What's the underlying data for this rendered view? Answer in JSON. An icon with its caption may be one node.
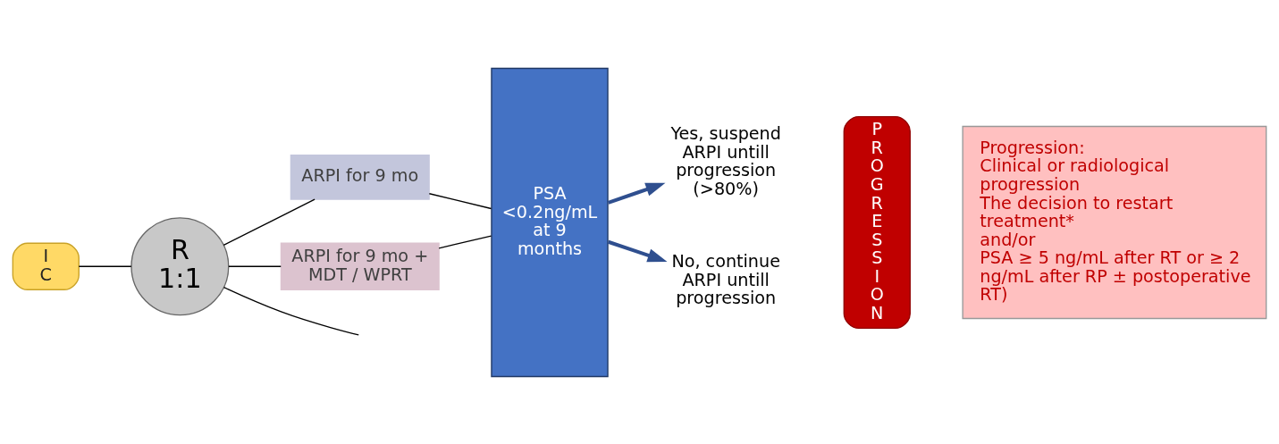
{
  "diagram": {
    "nodes": [
      {
        "text": [
          "IC"
        ]
      },
      {
        "text": [
          "R 1:1"
        ]
      },
      {
        "text": [
          "ARPI for 9 mo"
        ]
      },
      {
        "text": [
          "ARPI for 9 mo + MDT / WPRT"
        ]
      },
      {
        "text": [
          "PSA <0.2ng/mL at 9 months"
        ]
      },
      {
        "text": [
          "Yes, suspend ARPI untill progression (>80%)"
        ]
      },
      {
        "text": [
          "No, continue ARPI untill progression"
        ]
      },
      {
        "text": [
          "PROGRESSION"
        ]
      },
      {
        "text": [
          "Progression:",
          "Clinical or radiological progression",
          "The decision to restart treatment*",
          "and/or",
          "PSA ≥ 5 ng/mL after RT or ≥ 2 ng/mL after RP ± postoperative RT)"
        ]
      }
    ],
    "edges": [
      {
        "from": 0,
        "to": 1,
        "arrow": "none"
      },
      {
        "from": 1,
        "to": 2,
        "arrow": "none"
      },
      {
        "from": 1,
        "to": 3,
        "arrow": "none"
      },
      {
        "from": 2,
        "to": 4,
        "arrow": "none"
      },
      {
        "from": 3,
        "to": 4,
        "arrow": "none"
      },
      {
        "from": 4,
        "to": 5,
        "arrow": "to",
        "style": "thick",
        "color": "#2f4f8f"
      },
      {
        "from": 4,
        "to": 6,
        "arrow": "to",
        "style": "thick",
        "color": "#2f4f8f"
      },
      {
        "from": 1,
        "to": null,
        "arrow": "none"
      }
    ]
  }
}
